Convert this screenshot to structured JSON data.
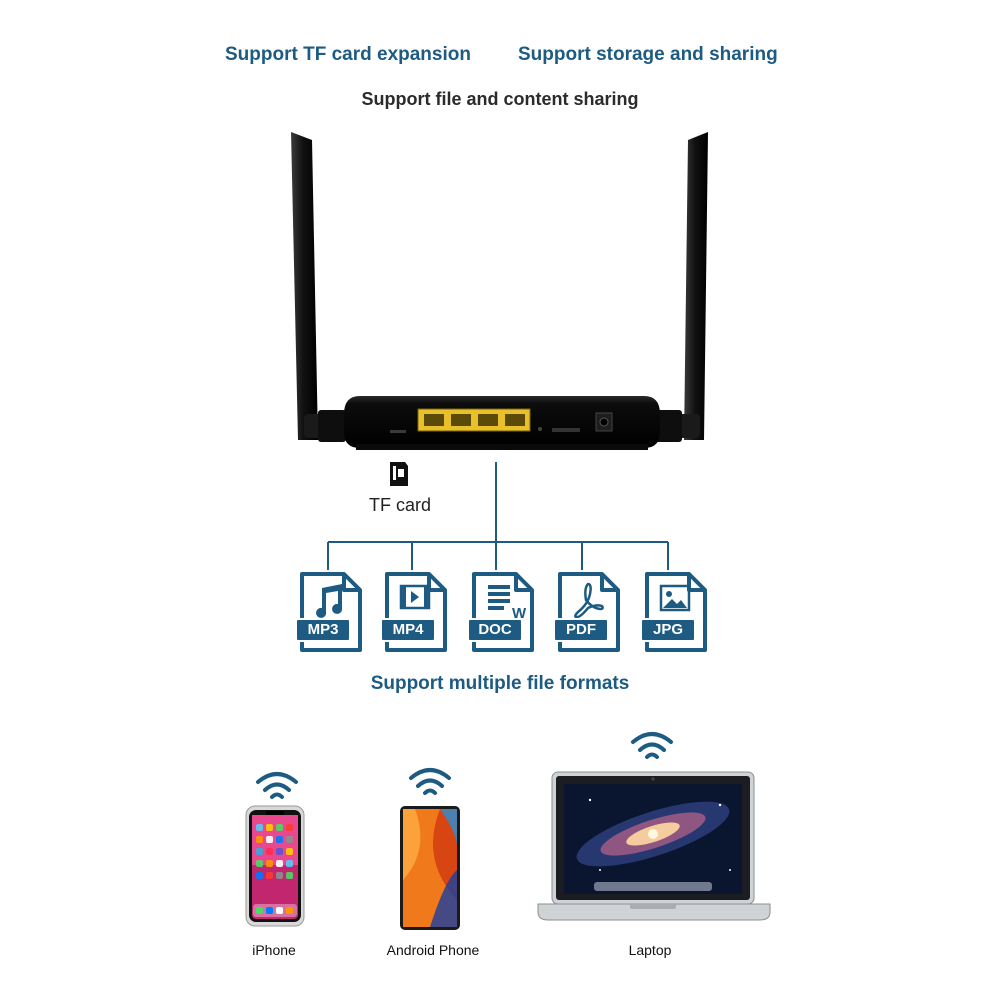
{
  "headings": {
    "feature_left": "Support TF card expansion",
    "feature_right": "Support storage and sharing",
    "subtitle": "Support file and content sharing",
    "formats_caption": "Support multiple file formats"
  },
  "tf_card": {
    "label": "TF card"
  },
  "file_formats": [
    {
      "label": "MP3",
      "icon": "music-note-icon"
    },
    {
      "label": "MP4",
      "icon": "video-play-icon"
    },
    {
      "label": "DOC",
      "icon": "word-document-icon"
    },
    {
      "label": "PDF",
      "icon": "pdf-icon"
    },
    {
      "label": "JPG",
      "icon": "image-icon"
    }
  ],
  "devices": [
    {
      "label": "iPhone",
      "icon": "wifi-icon"
    },
    {
      "label": "Android Phone",
      "icon": "wifi-icon"
    },
    {
      "label": "Laptop",
      "icon": "wifi-icon"
    }
  ],
  "colors": {
    "accent_blue": "#1d5b82",
    "router_body": "#111111",
    "lan_port_yellow": "#e8c02a"
  }
}
